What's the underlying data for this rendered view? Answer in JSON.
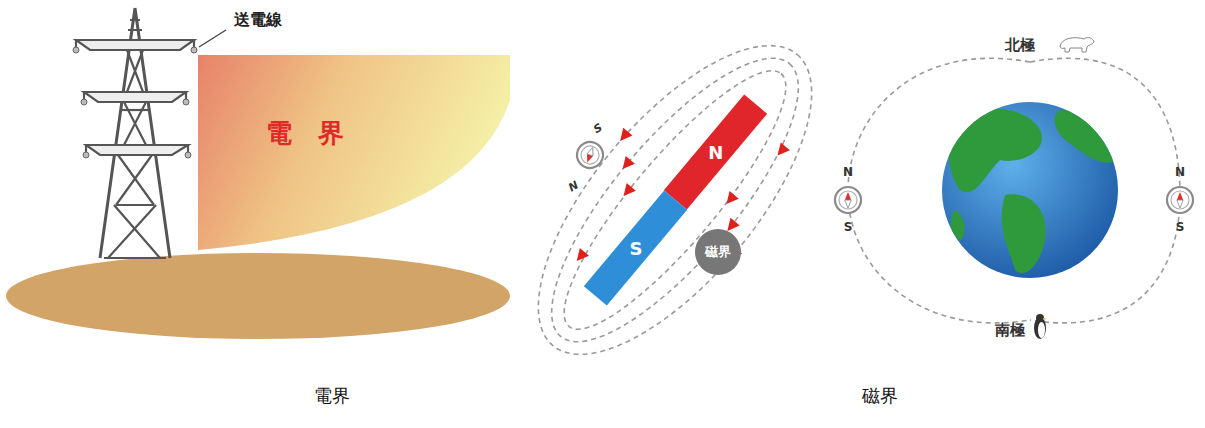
{
  "diagram": {
    "nodes": [
      {
        "text": [
          "電　界"
        ]
      },
      {
        "text": [
          "N"
        ]
      },
      {
        "text": [
          "S"
        ]
      },
      {
        "text": [
          "磁界"
        ]
      }
    ],
    "labels": [
      "送電線",
      "S",
      "N",
      "北極",
      "N",
      "S",
      "N",
      "S",
      "南極",
      "電界",
      "磁界"
    ]
  }
}
